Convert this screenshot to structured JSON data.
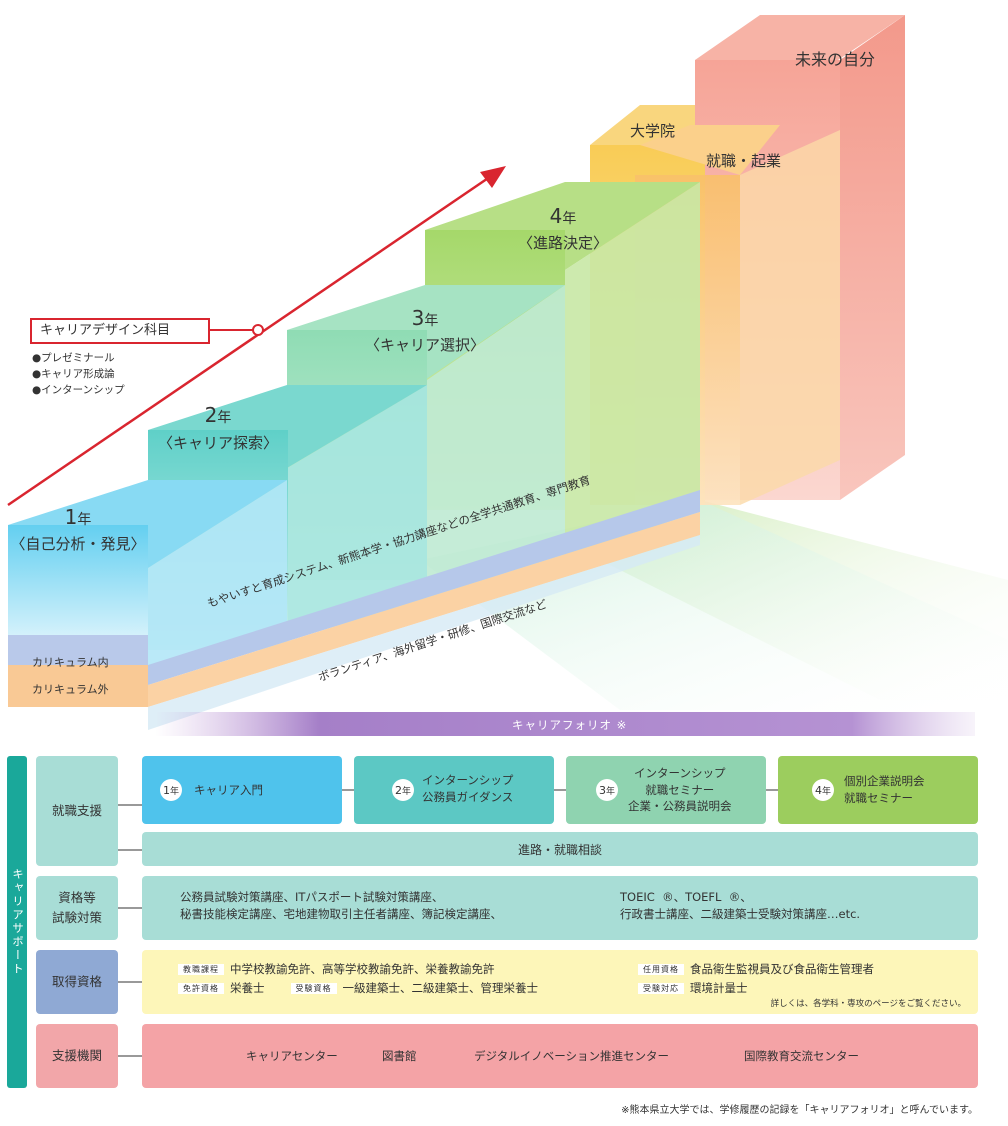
{
  "steps": {
    "y1": {
      "num": "1",
      "unit": "年",
      "name": "〈自己分析・発見〉"
    },
    "y2": {
      "num": "2",
      "unit": "年",
      "name": "〈キャリア探索〉"
    },
    "y3": {
      "num": "3",
      "unit": "年",
      "name": "〈キャリア選択〉"
    },
    "y4": {
      "num": "4",
      "unit": "年",
      "name": "〈進路決定〉"
    },
    "grad": "大学院",
    "job": "就職・起業",
    "future": "未来の自分"
  },
  "career_design": {
    "label": "キャリアデザイン科目",
    "items": [
      "●プレゼミナール",
      "●キャリア形成論",
      "●インターンシップ"
    ]
  },
  "bands": {
    "inside_label": "カリキュラム内",
    "outside_label": "カリキュラム外",
    "inside_text": "もやいすと育成システム、新熊本学・協力講座などの全学共通教育、専門教育",
    "outside_text": "ボランティア、海外留学・研修、国際交流など",
    "portfolio": "キャリアフォリオ ※"
  },
  "support": {
    "side_label": "キャリアサポート",
    "job": {
      "head": "就職支援",
      "year_unit": "年",
      "y1": {
        "n": "1",
        "lines": [
          "キャリア入門"
        ]
      },
      "y2": {
        "n": "2",
        "lines": [
          "インターンシップ",
          "公務員ガイダンス"
        ]
      },
      "y3": {
        "n": "3",
        "lines": [
          "インターンシップ",
          "就職セミナー",
          "企業・公務員説明会"
        ]
      },
      "y4": {
        "n": "4",
        "lines": [
          "個別企業説明会",
          "就職セミナー"
        ]
      },
      "consult": "進路・就職相談"
    },
    "qual": {
      "head_lines": [
        "資格等",
        "試験対策"
      ],
      "left_lines": [
        "公務員試験対策講座、ITパスポート試験対策講座、",
        "秘書技能検定講座、宅地建物取引主任者講座、簿記検定講座、"
      ],
      "right_lines": [
        "TOEIC  ®、TOEFL  ®、",
        "行政書士講座、二級建築士受験対策講座…etc."
      ]
    },
    "cert": {
      "head": "取得資格",
      "tag_kyoshoku": "教職課程",
      "kyoshoku_text": "中学校教諭免許、高等学校教諭免許、栄養教諭免許",
      "tag_menkyo": "免許資格",
      "menkyo_text": "栄養士",
      "tag_juken": "受験資格",
      "juken_text": "一級建築士、二級建築士、管理栄養士",
      "tag_ninyo": "任用資格",
      "ninyo_text": "食品衛生監視員及び食品衛生管理者",
      "tag_taio": "受験対応",
      "taio_text": "環境計量士",
      "note": "詳しくは、各学科・専攻のページをご覧ください。"
    },
    "org": {
      "head": "支援機関",
      "items": [
        "キャリアセンター",
        "図書館",
        "デジタルイノベーション推進センター",
        "国際教育交流センター"
      ]
    }
  },
  "footnote": "※熊本県立大学では、学修履歴の記録を「キャリアフォリオ」と呼んでいます。",
  "colors": {
    "y1": "#4fc3ec",
    "y2": "#5cc8c4",
    "y3": "#8fd3b0",
    "y4": "#9ccd5e",
    "grad": "#f9c94e",
    "future": "#f29a8e",
    "arrow": "#d9252f",
    "row_job": "#a8ddd6",
    "row_qual": "#a8ddd6",
    "row_cert": "#8fa9d4",
    "row_org": "#f2a6a9",
    "cert_box": "#fdf6b9",
    "org_box": "#f4a3a6",
    "side": "#1aa89a"
  }
}
